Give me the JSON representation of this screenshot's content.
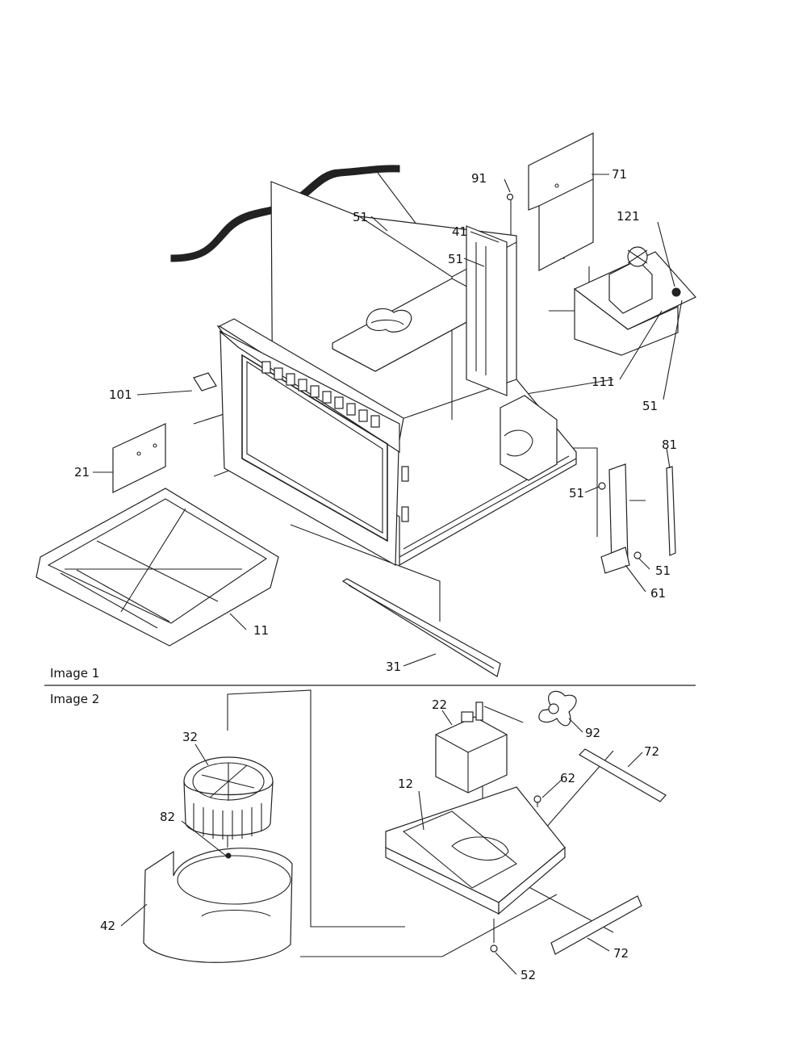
{
  "captions": {
    "image1": "Image 1",
    "image2": "Image 2"
  },
  "callouts": {
    "c71": "71",
    "c91": "91",
    "c121": "121",
    "c51a": "51",
    "c41": "41",
    "c51b": "51",
    "c101": "101",
    "c111": "111",
    "c51c": "51",
    "c81": "81",
    "c21": "21",
    "c51d": "51",
    "c51e": "51",
    "c61": "61",
    "c11": "11",
    "c31": "31",
    "c22": "22",
    "c92": "92",
    "c32": "32",
    "c72a": "72",
    "c12": "12",
    "c62": "62",
    "c82": "82",
    "c42": "42",
    "c72b": "72",
    "c52": "52"
  }
}
